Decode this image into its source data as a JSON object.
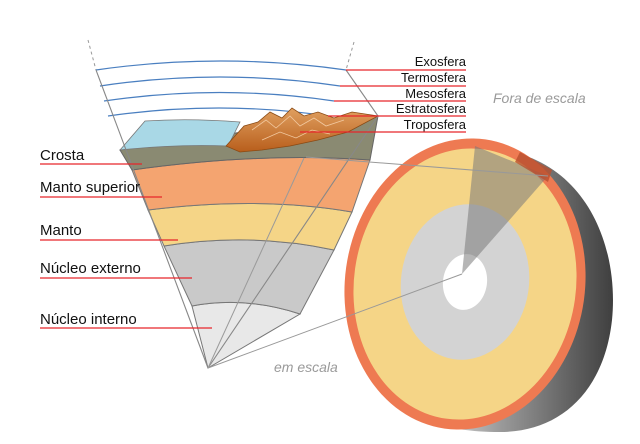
{
  "diagram": {
    "layers_left": [
      {
        "label": "Crosta",
        "color": "#8a8a72"
      },
      {
        "label": "Manto superior",
        "color": "#f4a470"
      },
      {
        "label": "Manto",
        "color": "#f5d587"
      },
      {
        "label": "Núcleo externo",
        "color": "#c9c9c9"
      },
      {
        "label": "Núcleo interno",
        "color": "#e8e8e8"
      }
    ],
    "atmosphere": [
      {
        "label": "Exosfera"
      },
      {
        "label": "Termosfera"
      },
      {
        "label": "Mesosfera"
      },
      {
        "label": "Estratosfera"
      },
      {
        "label": "Troposfera"
      }
    ],
    "notes": {
      "not_to_scale": "Fora de escala",
      "to_scale": "em escala"
    },
    "colors": {
      "leader": "#e8262b",
      "atmosphere_lines": "#4a7fc0",
      "ocean": "#a9d8e6",
      "mountains": "#c7762e",
      "crust": "#8a8a72",
      "upper_mantle": "#f4a470",
      "mantle": "#f5d587",
      "outer_core": "#c9c9c9",
      "inner_core": "#e8e8e8",
      "sphere_side": "#5a5a5a"
    }
  }
}
